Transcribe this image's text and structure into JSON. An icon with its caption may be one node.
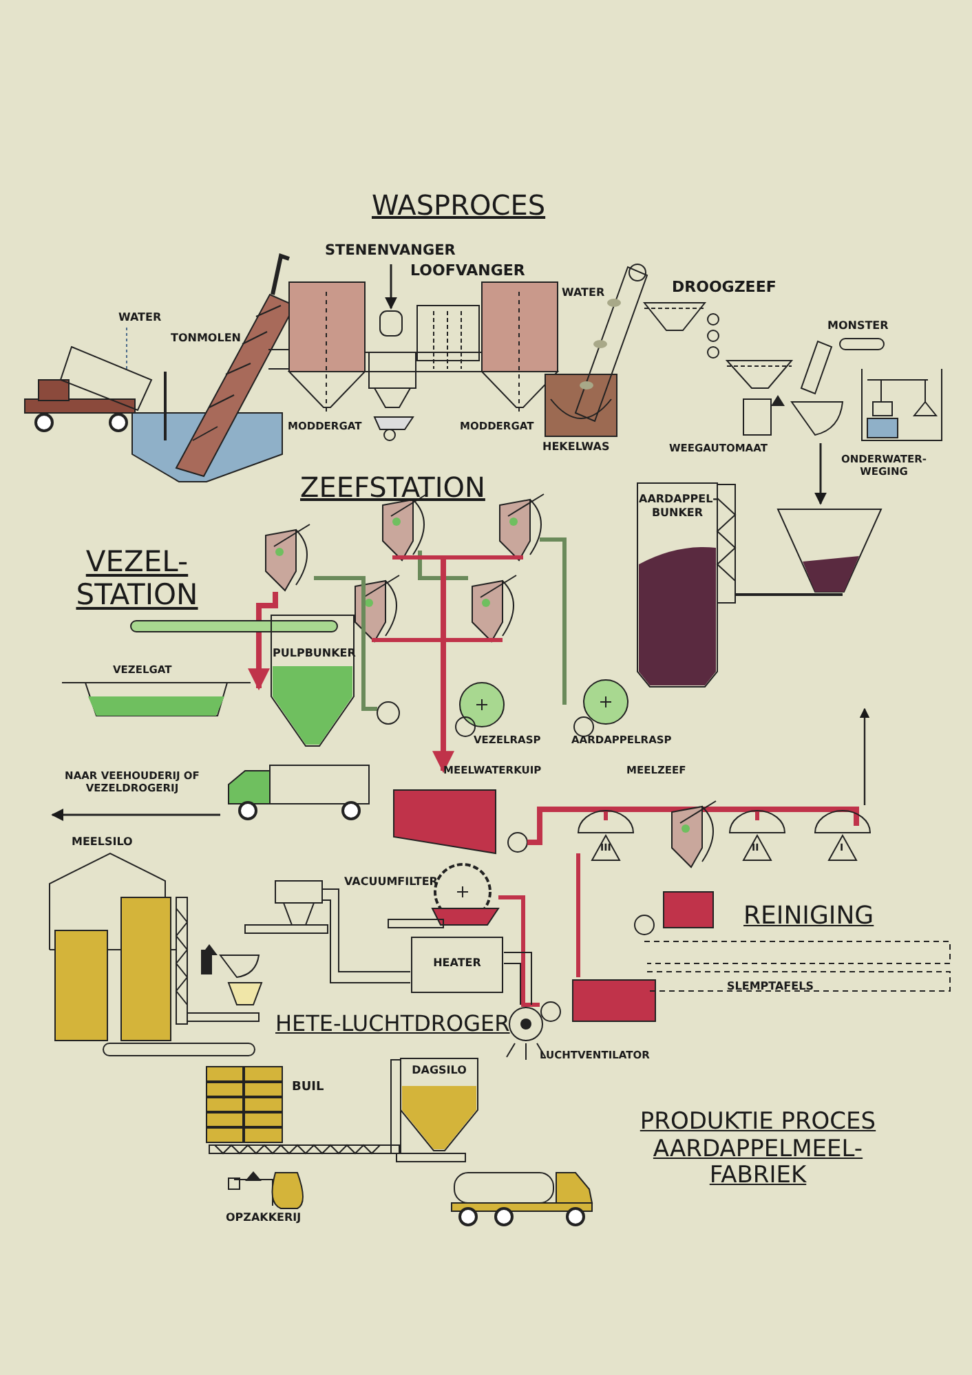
{
  "diagram": {
    "title": "PRODUKTIE PROCES AARDAPPELMEEL-FABRIEK",
    "nodes": [
      {
        "text": [
          "AARDAPPEL-BUNKER"
        ]
      },
      {
        "text": [
          "PULPBUNKER"
        ]
      },
      {
        "text": [
          "HEATER"
        ]
      },
      {
        "text": [
          "DAGSILO"
        ]
      }
    ],
    "labels": [
      "WASPROCES",
      "STENENVANGER",
      "LOOFVANGER",
      "DROOGZEEF",
      "WATER",
      "TONMOLEN",
      "WATER",
      "MONSTER",
      "MODDERGAT",
      "MODDERGAT",
      "HEKELWAS",
      "WEEGAUTOMAAT",
      "ONDERWATER-WEGING",
      "ZEEFSTATION",
      "VEZEL-STATION",
      "VEZELGAT",
      "VEZELRASP",
      "AARDAPPELRASP",
      "NAAR VEEHOUDERIJ OF VEZELDROGERIJ",
      "MEELWATERKUIP",
      "MEELZEEF",
      "III",
      "II",
      "I",
      "MEELSILO",
      "VACUUMFILTER",
      "REINIGING",
      "SLEMPTAFELS",
      "HETE-LUCHTDROGER",
      "LUCHTVENTILATOR",
      "BUIL",
      "OPZAKKERIJ"
    ]
  }
}
